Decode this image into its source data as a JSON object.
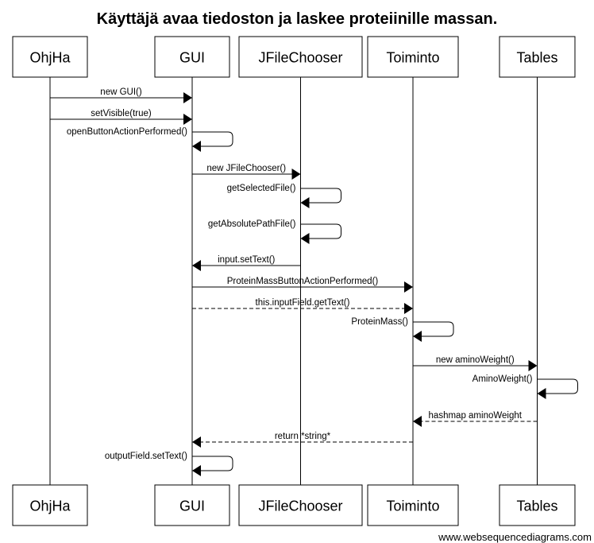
{
  "title": "Käyttäjä avaa tiedoston ja laskee proteiinille massan.",
  "participants": [
    {
      "id": "ohjha",
      "label": "OhjHa"
    },
    {
      "id": "gui",
      "label": "GUI"
    },
    {
      "id": "jfilechooser",
      "label": "JFileChooser"
    },
    {
      "id": "toiminto",
      "label": "Toiminto"
    },
    {
      "id": "tables",
      "label": "Tables"
    }
  ],
  "messages": [
    {
      "from": "ohjha",
      "to": "gui",
      "label": "new GUI()",
      "style": "solid"
    },
    {
      "from": "ohjha",
      "to": "gui",
      "label": "setVisible(true)",
      "style": "solid"
    },
    {
      "from": "gui",
      "to": "gui",
      "label": "openButtonActionPerformed()",
      "style": "solid"
    },
    {
      "from": "gui",
      "to": "jfilechooser",
      "label": "new JFileChooser()",
      "style": "solid"
    },
    {
      "from": "jfilechooser",
      "to": "jfilechooser",
      "label": "getSelectedFile()",
      "style": "solid"
    },
    {
      "from": "jfilechooser",
      "to": "jfilechooser",
      "label": "getAbsolutePathFile()",
      "style": "solid"
    },
    {
      "from": "jfilechooser",
      "to": "gui",
      "label": "input.setText()",
      "style": "solid"
    },
    {
      "from": "gui",
      "to": "toiminto",
      "label": "ProteinMassButtonActionPerformed()",
      "style": "solid"
    },
    {
      "from": "gui",
      "to": "toiminto",
      "label": "this.inputField.getText()",
      "style": "dashed"
    },
    {
      "from": "toiminto",
      "to": "toiminto",
      "label": "ProteinMass()",
      "style": "solid"
    },
    {
      "from": "toiminto",
      "to": "tables",
      "label": "new aminoWeight()",
      "style": "solid"
    },
    {
      "from": "tables",
      "to": "tables",
      "label": "AminoWeight()",
      "style": "solid"
    },
    {
      "from": "tables",
      "to": "toiminto",
      "label": "hashmap aminoWeight",
      "style": "dashed"
    },
    {
      "from": "toiminto",
      "to": "gui",
      "label": "return *string*",
      "style": "dashed"
    },
    {
      "from": "gui",
      "to": "gui",
      "label": "outputField.setText()",
      "style": "solid"
    }
  ],
  "footer": "www.websequencediagrams.com"
}
